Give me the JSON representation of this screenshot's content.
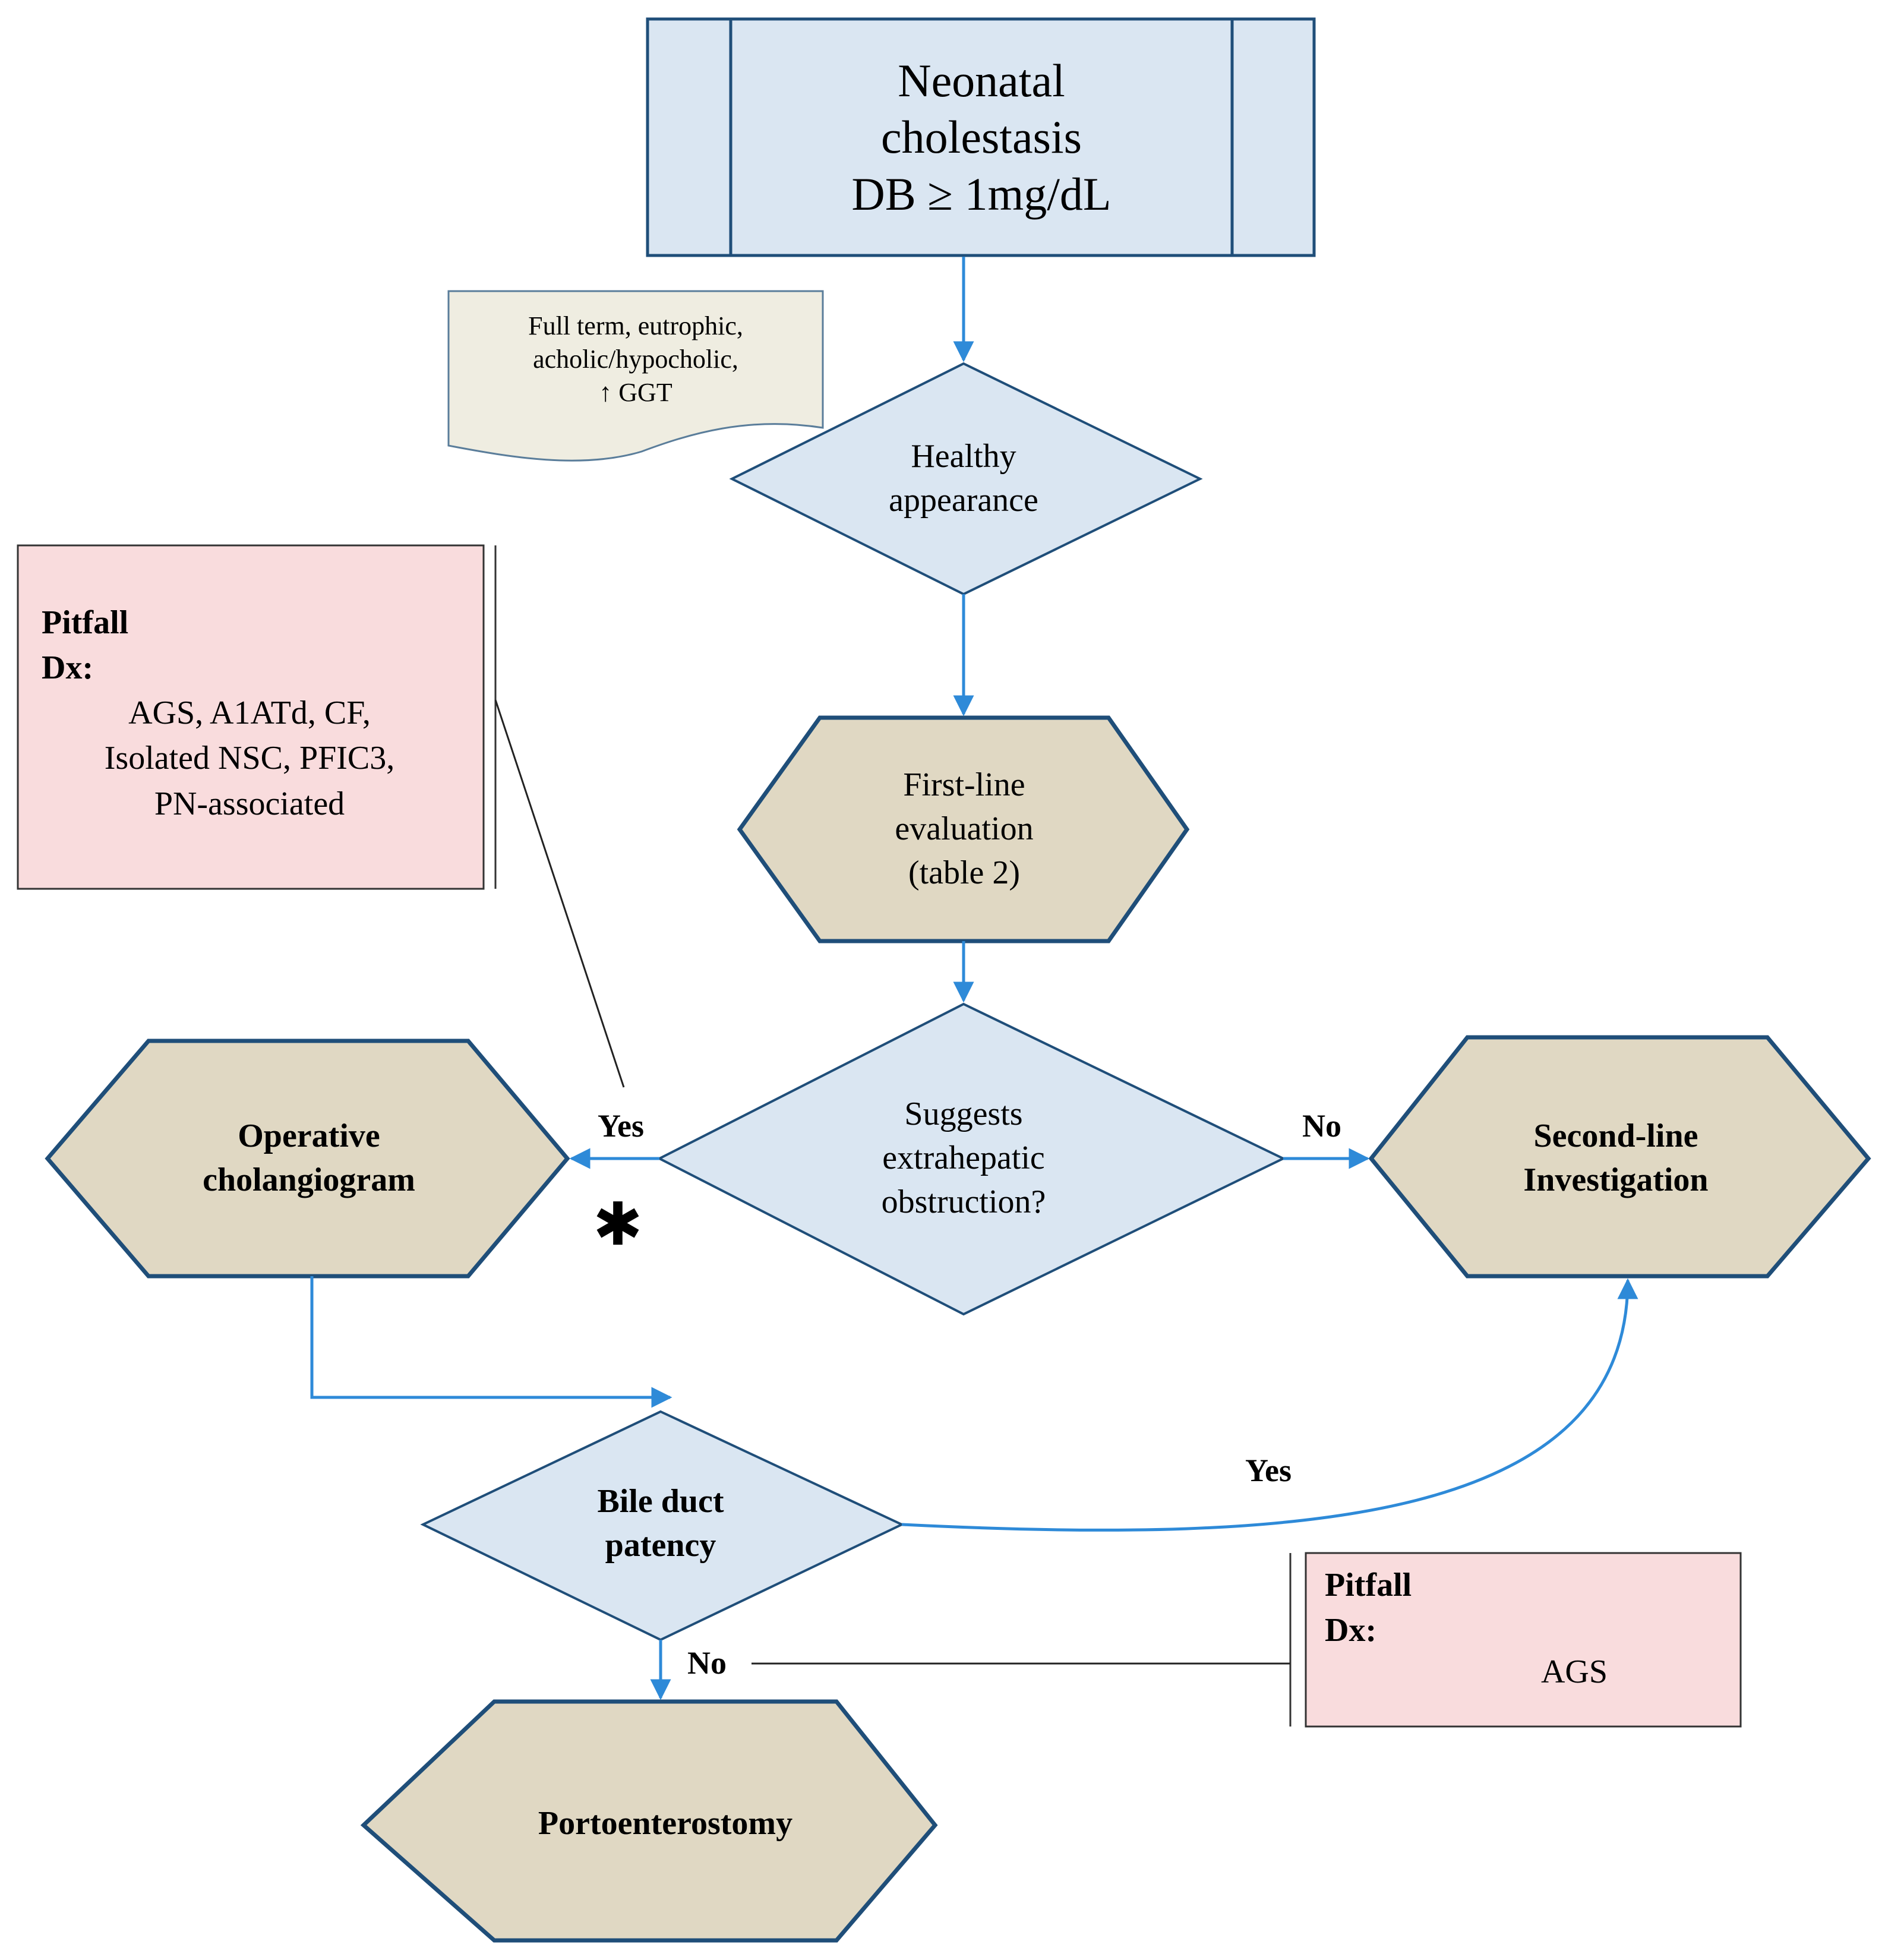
{
  "start": {
    "lines": [
      "Neonatal",
      "cholestasis",
      "DB ≥ 1mg/dL"
    ]
  },
  "note": {
    "lines": [
      "Full term, eutrophic,",
      "acholic/hypocholic,",
      "↑ GGT"
    ]
  },
  "healthy": {
    "lines": [
      "Healthy",
      "appearance"
    ]
  },
  "first_line": {
    "lines": [
      "First-line",
      "evaluation",
      "(table 2)"
    ]
  },
  "suggests": {
    "lines": [
      "Suggests",
      "extrahepatic",
      "obstruction?"
    ]
  },
  "operative": {
    "lines": [
      "Operative",
      "cholangiogram"
    ]
  },
  "second_line": {
    "lines": [
      "Second-line",
      "Investigation"
    ]
  },
  "bile": {
    "lines": [
      "Bile duct",
      "patency"
    ]
  },
  "porto": {
    "lines": [
      "Portoenterostomy"
    ]
  },
  "pitfall_top": {
    "title": "Pitfall",
    "dx": "Dx:",
    "items": [
      "AGS, A1ATd, CF,",
      "Isolated NSC, PFIC3,",
      "PN-associated"
    ]
  },
  "pitfall_bottom": {
    "title": "Pitfall",
    "dx": "Dx:",
    "items": [
      "AGS"
    ]
  },
  "edges": {
    "yes_left": "Yes",
    "no_right": "No",
    "yes_curve": "Yes",
    "no_down": "No",
    "asterisk": "✱"
  },
  "colors": {
    "process_fill": "#dae6f2",
    "hex_fill": "#e0d8c3",
    "stroke": "#1f4e79",
    "arrow": "#2e8ad8",
    "note_fill": "#efede1",
    "pitfall_fill": "#f9dcdd"
  }
}
